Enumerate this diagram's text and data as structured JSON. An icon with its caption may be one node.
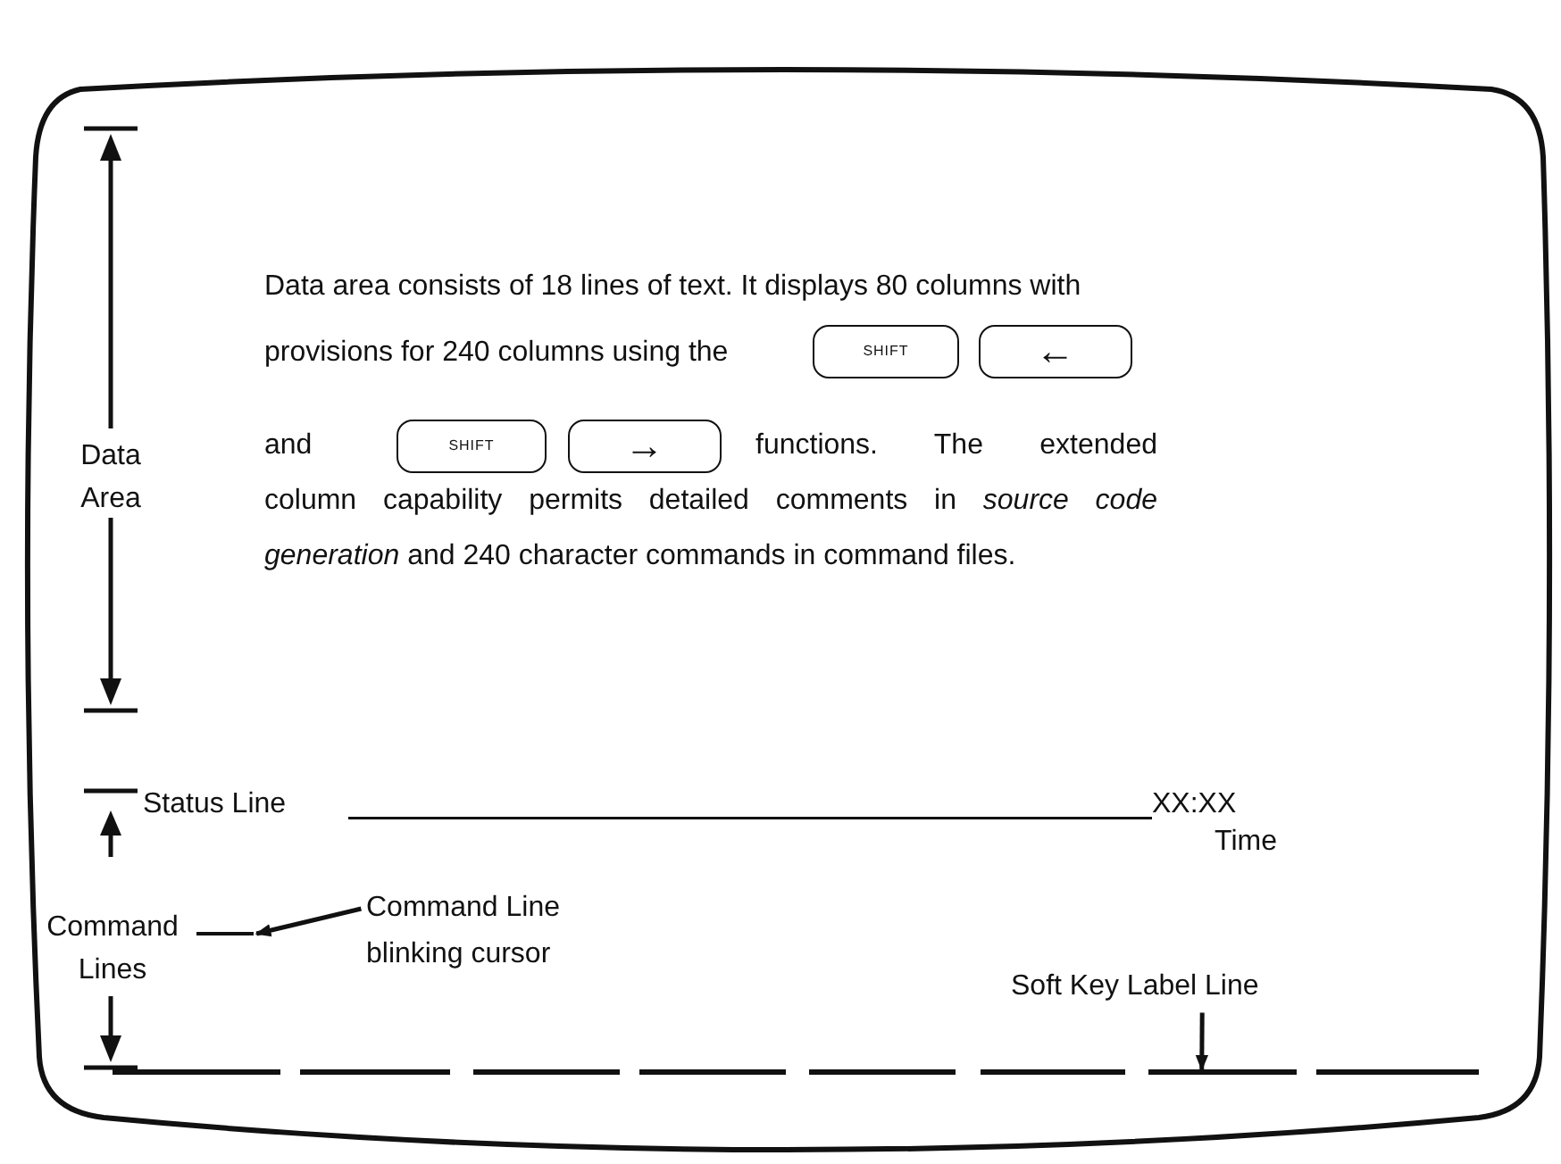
{
  "diagram": {
    "nodes": [
      {
        "text": [
          "SHIFT"
        ]
      },
      {
        "text": [
          "←"
        ]
      },
      {
        "text": [
          "SHIFT"
        ]
      },
      {
        "text": [
          "→"
        ]
      },
      {
        "text": [
          "Status Line"
        ]
      },
      {
        "text": [
          "XX:XX"
        ],
        "beside": [
          "Time"
        ]
      },
      {
        "text": [
          "Command Line blinking cursor"
        ]
      },
      {
        "text": [],
        "shape": "bar"
      },
      {
        "text": [
          "Soft Key Label Line"
        ]
      },
      {
        "text": [],
        "shape": "bar"
      },
      {
        "text": [],
        "shape": "bar"
      },
      {
        "text": [],
        "shape": "bar"
      },
      {
        "text": [],
        "shape": "bar"
      },
      {
        "text": [],
        "shape": "bar"
      },
      {
        "text": [],
        "shape": "bar"
      },
      {
        "text": [],
        "shape": "bar"
      },
      {
        "text": [],
        "shape": "bar"
      }
    ],
    "edges": [
      {
        "from": 4,
        "to": 5,
        "arrow": "none"
      },
      {
        "from": 6,
        "to": 7,
        "arrow": "to"
      },
      {
        "from": 8,
        "to": 15,
        "arrow": "to"
      }
    ],
    "labels": [
      "Data area consists of 18 lines of text. It displays 80 columns with provisions for 240 columns using the",
      "and",
      "functions. The extended column capability permits detailed comments in *source code generation* and 240 character commands in command files.",
      "Data Area",
      "Command Lines"
    ]
  }
}
